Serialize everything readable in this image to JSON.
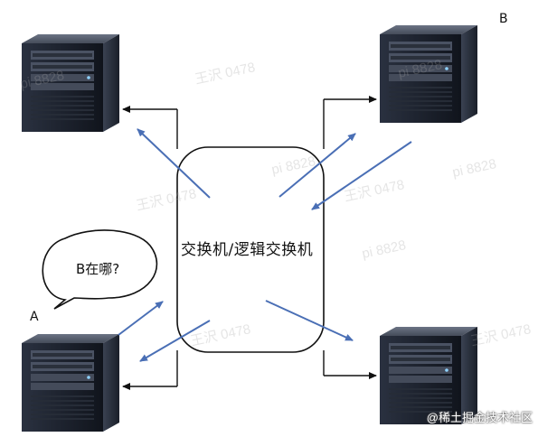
{
  "switch": {
    "label": "交换机/逻辑交换机"
  },
  "bubble": {
    "text": "B在哪?"
  },
  "labels": {
    "a": "A",
    "b": "B"
  },
  "watermark": "@稀土掘金技术社区",
  "diagram_watermarks": [
    "pi 8828",
    "王沢 0478"
  ],
  "colors": {
    "arrow_blue": "#4a6fb5",
    "line_black": "#111111",
    "server_body": "#1c2230"
  },
  "servers": [
    {
      "id": "top-left",
      "label": ""
    },
    {
      "id": "top-right",
      "label": "B"
    },
    {
      "id": "bottom-left",
      "label": "A"
    },
    {
      "id": "bottom-right",
      "label": ""
    }
  ]
}
